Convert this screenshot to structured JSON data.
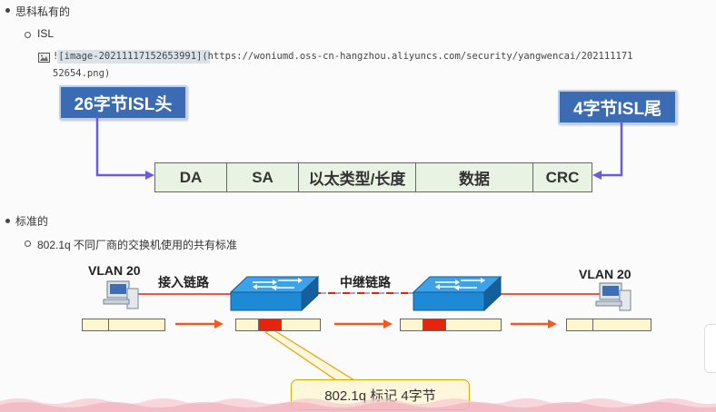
{
  "outline": {
    "item1": "思科私有的",
    "item1_sub": "ISL",
    "image_link_line1": "![image-20211117152653991](https://woniumd.oss-cn-hangzhou.aliyuncs.com/security/yangwencai/202111171",
    "image_link_line2": "52654.png)",
    "item2": "标准的",
    "item2_sub": "802.1q   不同厂商的交换机使用的共有标准"
  },
  "isl_diagram": {
    "header_label": "26字节ISL头",
    "trailer_label": "4字节ISL尾",
    "fields": [
      "DA",
      "SA",
      "以太类型/长度",
      "数据",
      "CRC"
    ]
  },
  "dot1q_diagram": {
    "left_vlan": "VLAN 20",
    "right_vlan": "VLAN 20",
    "access_link": "接入链路",
    "trunk_link": "中继链路",
    "tag_callout": "802.1q 标记   4字节"
  },
  "colors": {
    "badge_blue": "#3a6bb3",
    "arrow_purple": "#6a5ae0",
    "tag_red": "#e8230c",
    "arrow_orange": "#f05a1e",
    "switch_blue": "#1e8ad6"
  }
}
